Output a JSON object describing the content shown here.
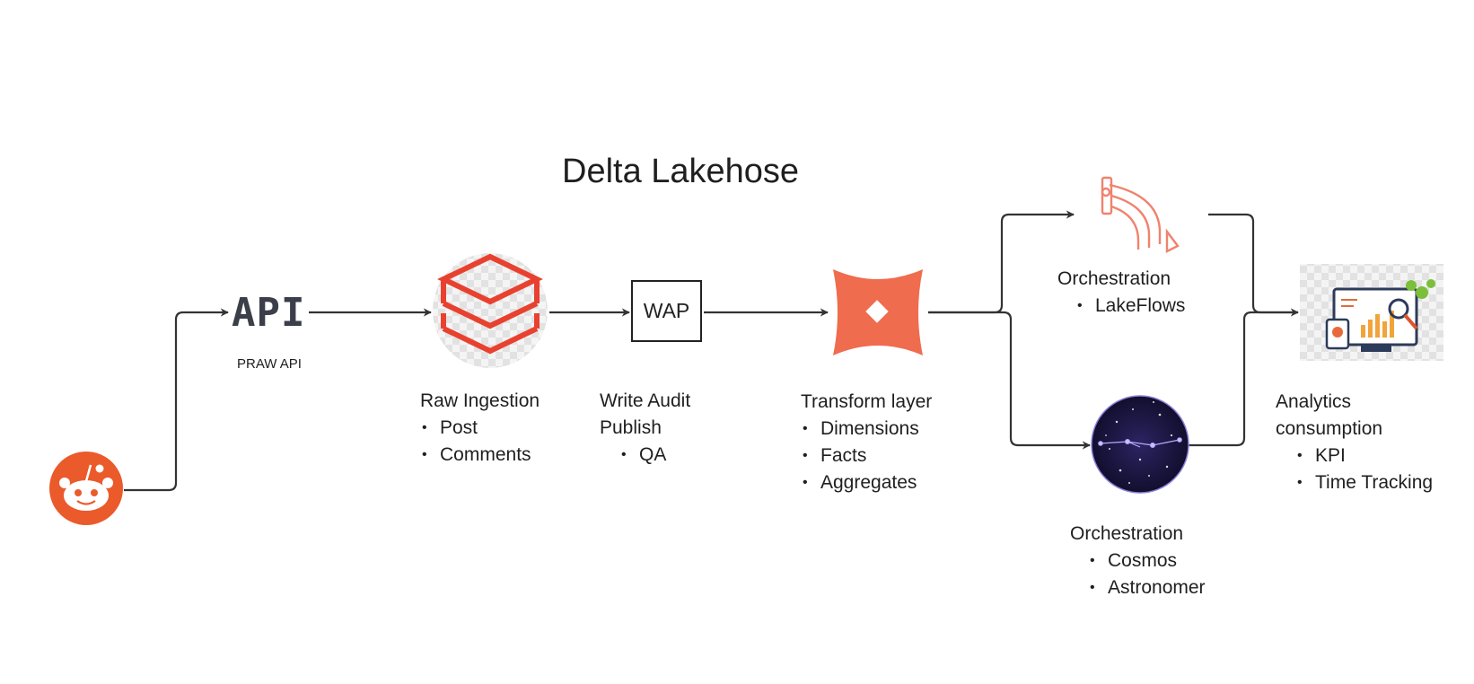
{
  "title": "Delta Lakehose",
  "colors": {
    "accent": "#EA5A2B",
    "dbt": "#EF6C4E",
    "databricks": "#E9412F",
    "lakeflow": "#F0826E",
    "cosmos_bg": "#1A1540",
    "line": "#333333"
  },
  "nodes": {
    "source": {
      "icon": "reddit-icon"
    },
    "api": {
      "word": "API",
      "label": "PRAW API"
    },
    "raw": {
      "icon": "databricks-icon",
      "title": "Raw Ingestion",
      "items": [
        "Post",
        "Comments"
      ]
    },
    "wap": {
      "box": "WAP",
      "title_line1": "Write Audit",
      "title_line2": "Publish",
      "items": [
        "QA"
      ]
    },
    "transform": {
      "icon": "dbt-icon",
      "title": "Transform layer",
      "items": [
        "Dimensions",
        "Facts",
        "Aggregates"
      ]
    },
    "orch_top": {
      "icon": "lakeflow-icon",
      "title": "Orchestration",
      "items": [
        "LakeFlows"
      ]
    },
    "orch_bottom": {
      "icon": "cosmos-icon",
      "title": "Orchestration",
      "items": [
        "Cosmos",
        "Astronomer"
      ]
    },
    "analytics": {
      "icon": "analytics-dashboard-icon",
      "title_line1": "Analytics",
      "title_line2": "consumption",
      "items": [
        "KPI",
        "Time Tracking"
      ]
    }
  }
}
